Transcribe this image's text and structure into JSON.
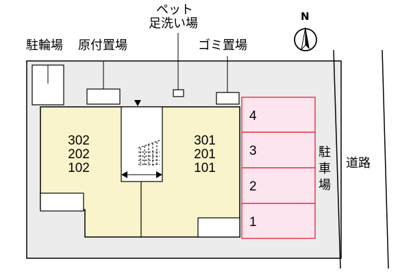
{
  "labels": {
    "bicycle_parking": "駐輪場",
    "motorbike_parking": "原付置場",
    "pet_wash_line1": "ペット",
    "pet_wash_line2": "足洗い場",
    "garbage": "ゴミ置場",
    "parking": "駐車場",
    "road": "道路",
    "north": "N"
  },
  "units_left": [
    "302",
    "202",
    "102"
  ],
  "units_right": [
    "301",
    "201",
    "101"
  ],
  "parking_spaces": [
    "4",
    "3",
    "2",
    "1"
  ],
  "colors": {
    "building": "#faf4cc",
    "parking_fill": "#fde5ef",
    "parking_border": "#e8394f",
    "lot": "#ececec"
  }
}
